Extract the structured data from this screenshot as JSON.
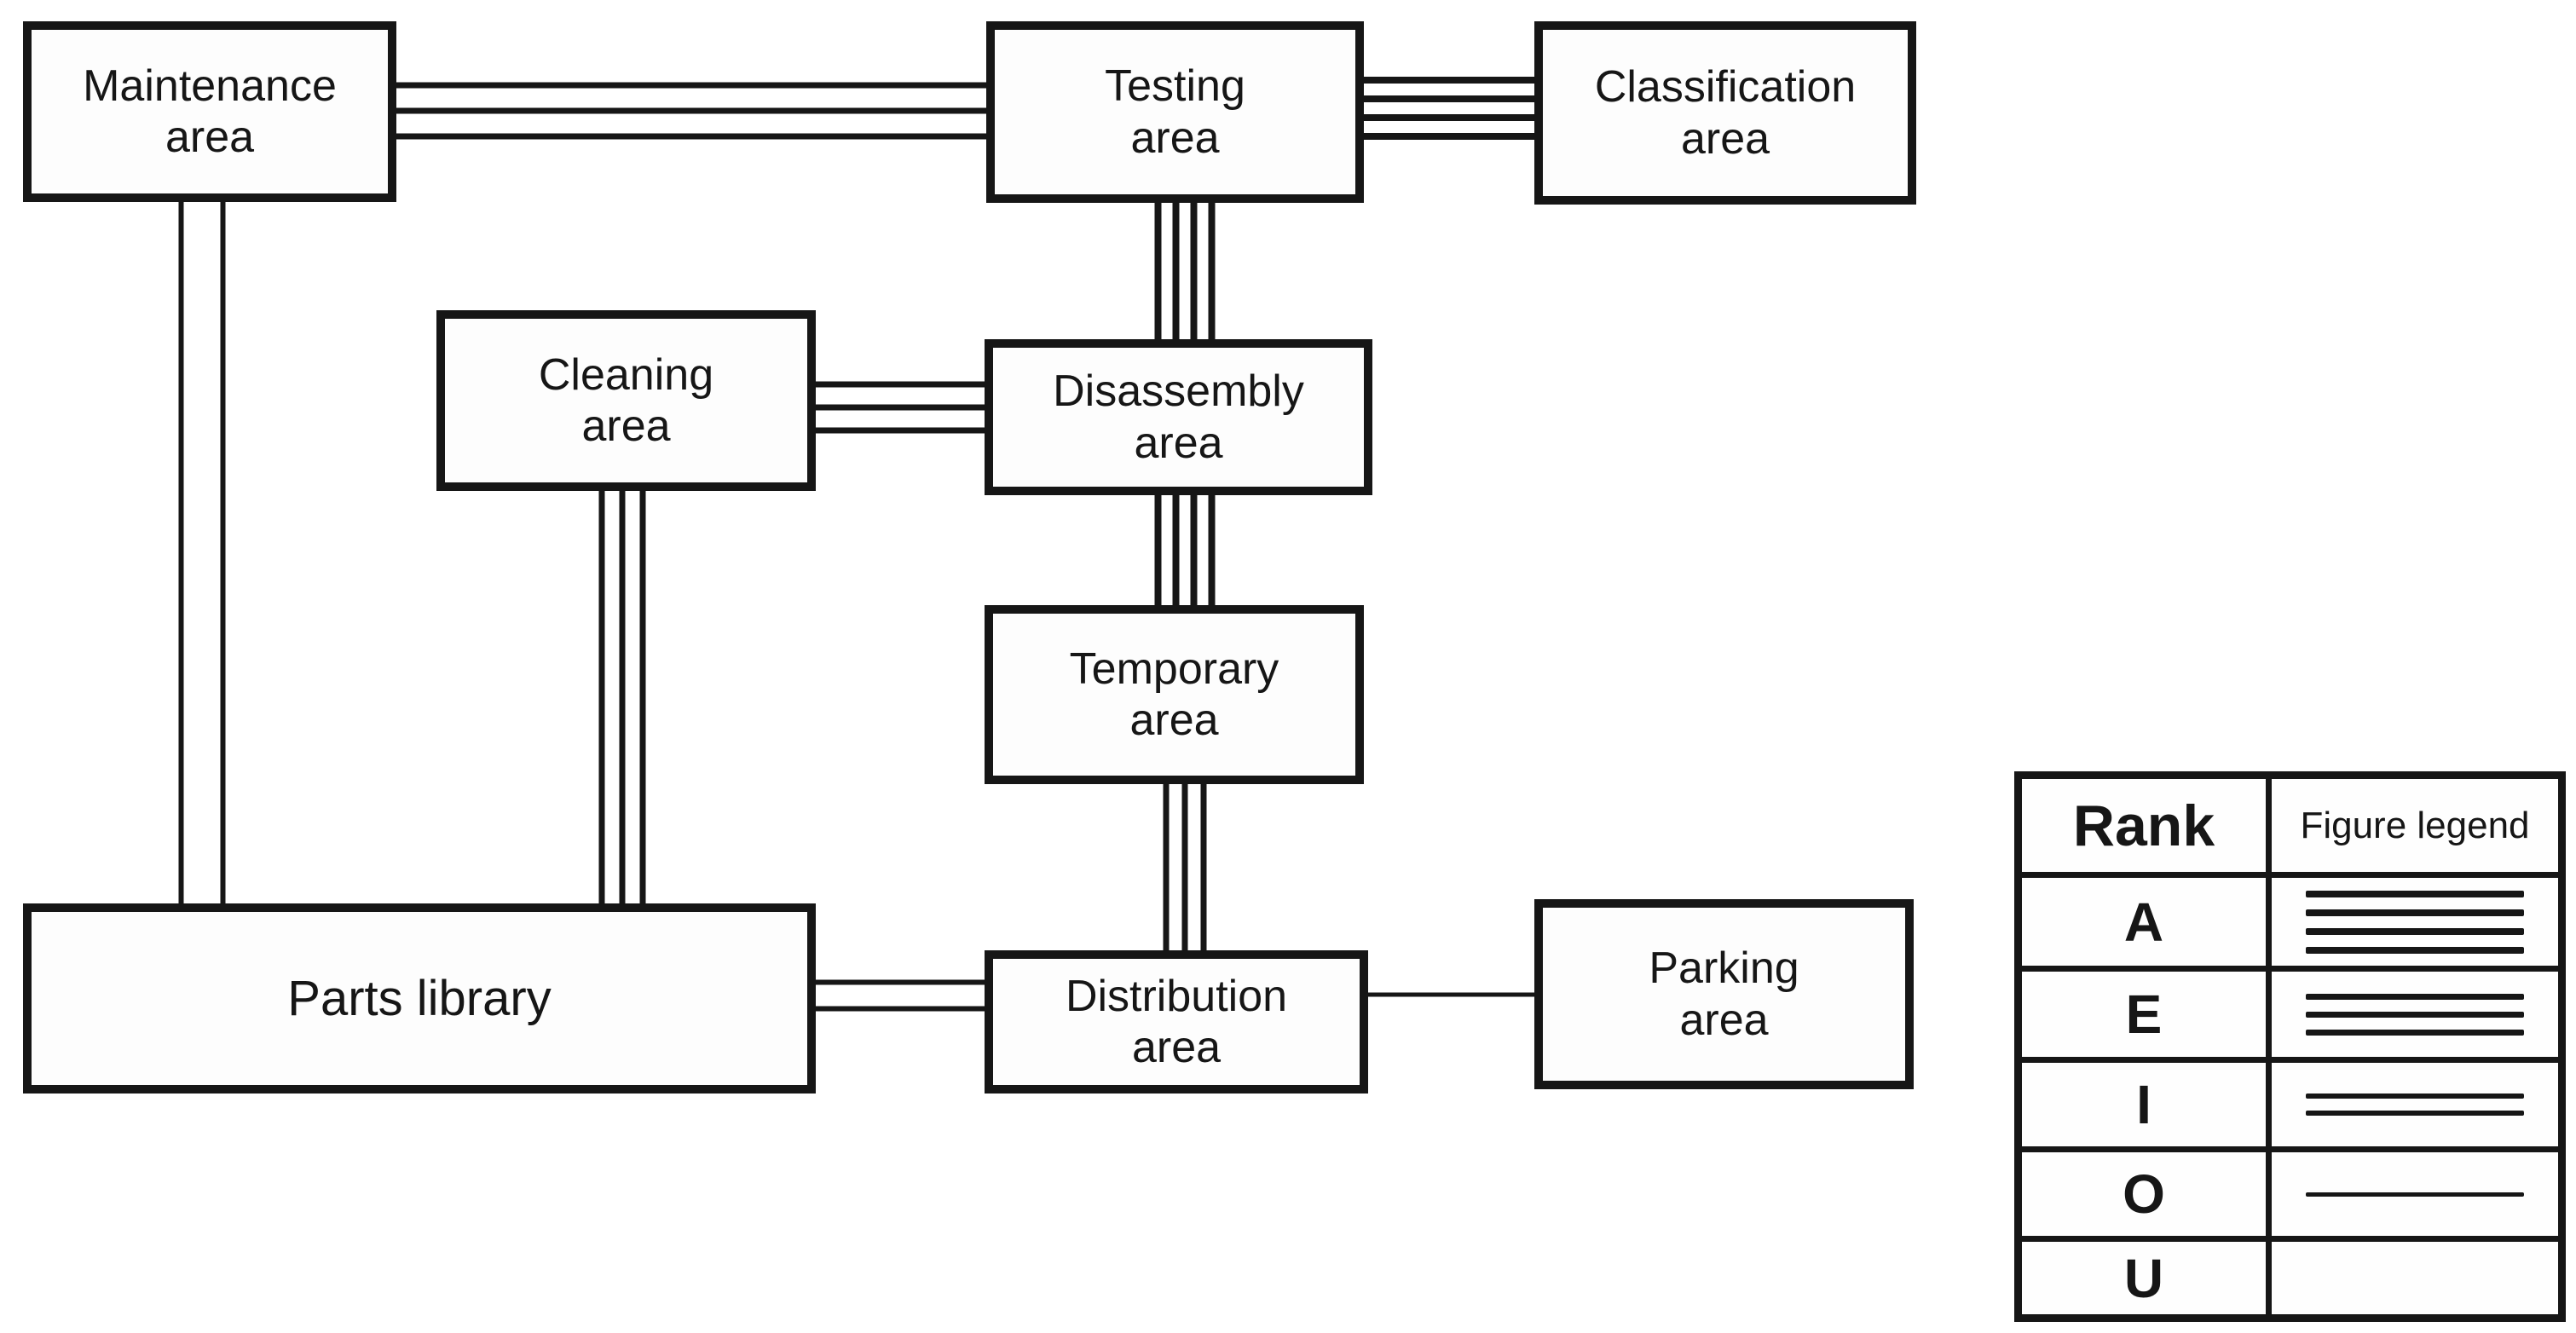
{
  "figure": {
    "ink_color": "#161616",
    "background": "#ffffff",
    "rank_scale": [
      "A",
      "E",
      "I",
      "O",
      "U"
    ]
  },
  "nodes": [
    {
      "id": "maintenance",
      "label": "Maintenance area"
    },
    {
      "id": "testing",
      "label": "Testing area"
    },
    {
      "id": "classification",
      "label": "Classification area"
    },
    {
      "id": "cleaning",
      "label": "Cleaning area"
    },
    {
      "id": "disassembly",
      "label": "Disassembly area"
    },
    {
      "id": "temporary",
      "label": "Temporary area"
    },
    {
      "id": "parts_library",
      "label": "Parts library"
    },
    {
      "id": "distribution",
      "label": "Distribution area"
    },
    {
      "id": "parking",
      "label": "Parking area"
    }
  ],
  "connections": [
    {
      "from": "Maintenance area",
      "to": "Testing area",
      "rank": "E",
      "line_count": 3
    },
    {
      "from": "Testing area",
      "to": "Classification area",
      "rank": "A",
      "line_count": 4
    },
    {
      "from": "Testing area",
      "to": "Disassembly area",
      "rank": "A",
      "line_count": 4
    },
    {
      "from": "Cleaning area",
      "to": "Disassembly area",
      "rank": "E",
      "line_count": 3
    },
    {
      "from": "Disassembly area",
      "to": "Temporary area",
      "rank": "A",
      "line_count": 4
    },
    {
      "from": "Temporary area",
      "to": "Distribution area",
      "rank": "E",
      "line_count": 3
    },
    {
      "from": "Maintenance area",
      "to": "Parts library",
      "rank": "I",
      "line_count": 2
    },
    {
      "from": "Cleaning area",
      "to": "Parts library",
      "rank": "E",
      "line_count": 3
    },
    {
      "from": "Parts library",
      "to": "Distribution area",
      "rank": "I",
      "line_count": 2
    },
    {
      "from": "Distribution area",
      "to": "Parking area",
      "rank": "O",
      "line_count": 1
    }
  ],
  "legend": {
    "headers": [
      "Rank",
      "Figure legend"
    ],
    "rows": [
      {
        "rank": "A",
        "line_count": 4
      },
      {
        "rank": "E",
        "line_count": 3
      },
      {
        "rank": "I",
        "line_count": 2
      },
      {
        "rank": "O",
        "line_count": 1
      },
      {
        "rank": "U",
        "line_count": 0
      }
    ]
  }
}
